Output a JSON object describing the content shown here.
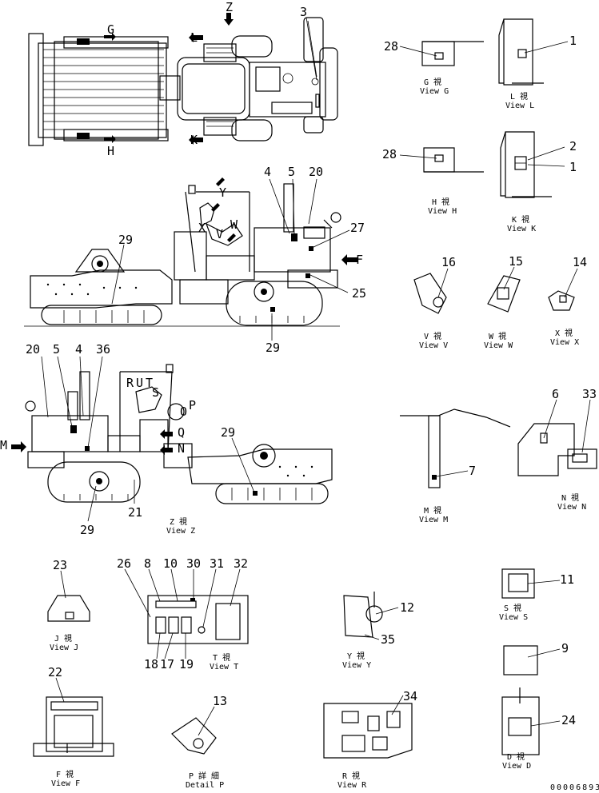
{
  "drawing": {
    "number": "00006893",
    "callouts": [
      "1",
      "2",
      "3",
      "4",
      "5",
      "6",
      "7",
      "8",
      "9",
      "10",
      "11",
      "12",
      "13",
      "14",
      "15",
      "16",
      "17",
      "18",
      "19",
      "20",
      "21",
      "22",
      "23",
      "24",
      "25",
      "26",
      "27",
      "28",
      "29",
      "30",
      "31",
      "32",
      "33",
      "34",
      "35",
      "36"
    ],
    "arrow_labels": [
      "G",
      "H",
      "K",
      "L",
      "Z",
      "F",
      "M",
      "N",
      "O",
      "P",
      "Q",
      "R",
      "S",
      "T",
      "U",
      "V",
      "W",
      "X",
      "Y"
    ]
  },
  "views": [
    {
      "id": "G",
      "jp": "G  視",
      "en": "View G"
    },
    {
      "id": "L",
      "jp": "L  視",
      "en": "View L"
    },
    {
      "id": "H",
      "jp": "H  視",
      "en": "View H"
    },
    {
      "id": "K",
      "jp": "K  視",
      "en": "View K"
    },
    {
      "id": "V",
      "jp": "V  視",
      "en": "View V"
    },
    {
      "id": "W",
      "jp": "W  視",
      "en": "View W"
    },
    {
      "id": "X",
      "jp": "X  視",
      "en": "View X"
    },
    {
      "id": "M",
      "jp": "M  視",
      "en": "View M"
    },
    {
      "id": "N",
      "jp": "N  視",
      "en": "View N"
    },
    {
      "id": "Z",
      "jp": "Z  視",
      "en": "View Z"
    },
    {
      "id": "J",
      "jp": "J  視",
      "en": "View J"
    },
    {
      "id": "T",
      "jp": "T  視",
      "en": "View T"
    },
    {
      "id": "Y",
      "jp": "Y  視",
      "en": "View Y"
    },
    {
      "id": "S",
      "jp": "S  視",
      "en": "View S"
    },
    {
      "id": "F",
      "jp": "F  視",
      "en": "View F"
    },
    {
      "id": "P",
      "jp": "P 詳 細",
      "en": "Detail P"
    },
    {
      "id": "R",
      "jp": "R  視",
      "en": "View R"
    },
    {
      "id": "D",
      "jp": "D  視",
      "en": "View D"
    }
  ]
}
